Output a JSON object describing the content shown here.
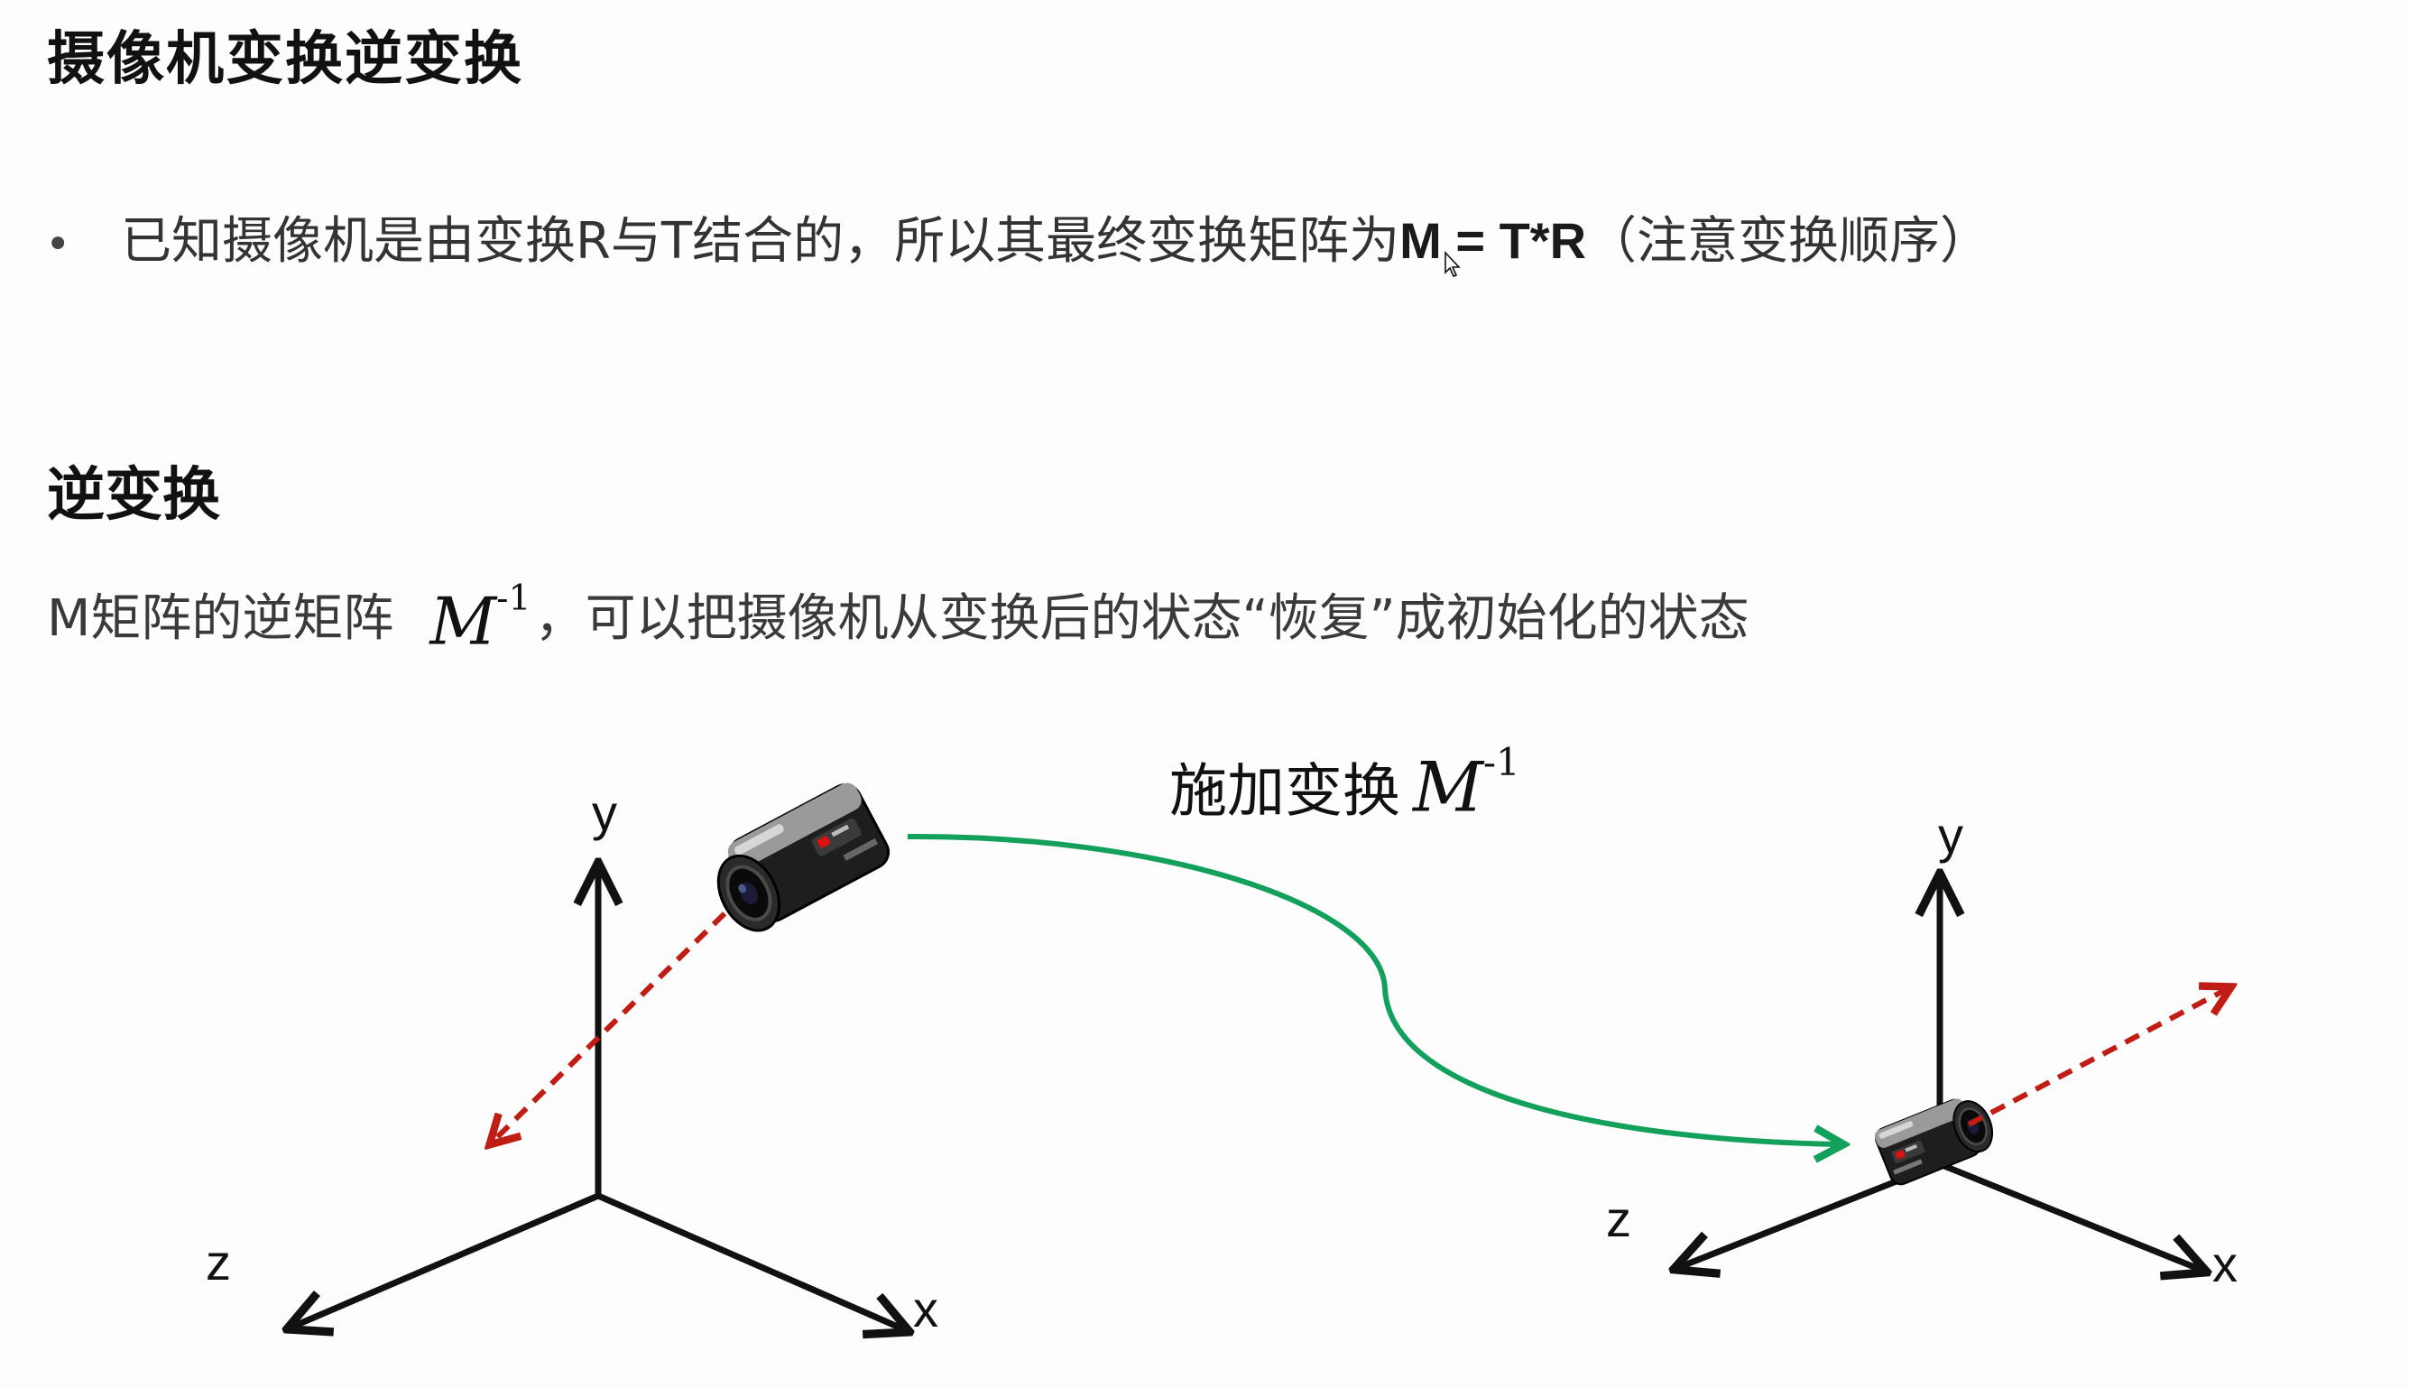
{
  "slide": {
    "title": "摄像机变换逆变换",
    "bullet": {
      "text_before": "已知摄像机是由变换R与T结合的，所以其最终变换矩阵为",
      "formula": "M = T*R",
      "note": "（注意变换顺序）"
    },
    "section_title": "逆变换",
    "description": {
      "prefix": "M矩阵的逆矩阵",
      "math_base": "M",
      "math_sup": "-1",
      "suffix": "，可以把摄像机从变换后的状态“恢复”成初始化的状态"
    }
  },
  "diagram": {
    "transform_label": "施加变换",
    "transform_math_base": "M",
    "transform_math_sup": "-1",
    "left_axes": {
      "y": "y",
      "z": "z",
      "x": "x"
    },
    "right_axes": {
      "y": "y",
      "z": "z",
      "x": "x"
    }
  },
  "colors": {
    "arc_green": "#12a05a",
    "direction_red": "#c01d14",
    "corner_red": "#d42a22",
    "axis_black": "#111111"
  },
  "icons": [
    "video-camera-icon",
    "video-camera-icon"
  ]
}
